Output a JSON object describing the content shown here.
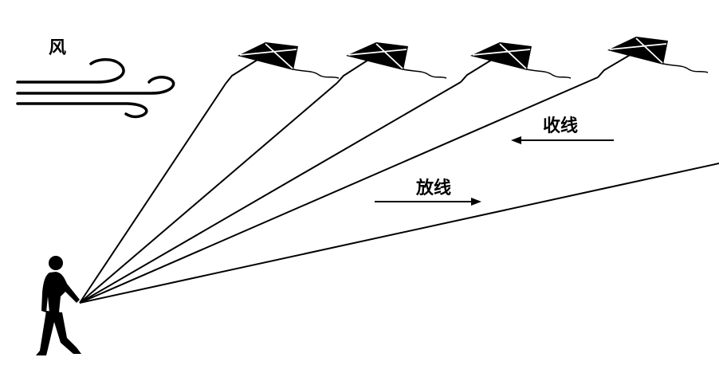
{
  "labels": {
    "wind": "风",
    "reel_in": "收线",
    "let_out": "放线"
  },
  "colors": {
    "ink": "#000000",
    "kite_highlight": "#ffffff",
    "background": "#ffffff"
  },
  "icons": {
    "wind": "wind-gust-icon",
    "person": "walking-person-icon",
    "kite": "diamond-kite-icon"
  },
  "kite_count": 4
}
